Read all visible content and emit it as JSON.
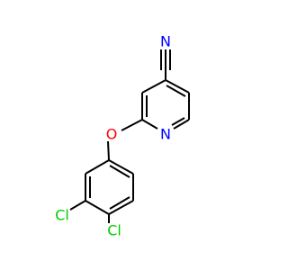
{
  "molecule": {
    "colors": {
      "bond": "#000000",
      "carbon_label": "#000000",
      "nitrogen": "#0000ff",
      "oxygen": "#ff0000",
      "chlorine": "#00cc00"
    },
    "atoms": {
      "nitrile_n": {
        "label": "N",
        "element": "N"
      },
      "pyridine_n": {
        "label": "N",
        "element": "N"
      },
      "ether_o": {
        "label": "O",
        "element": "O"
      },
      "cl_upper": {
        "label": "Cl",
        "element": "Cl"
      },
      "cl_lower": {
        "label": "Cl",
        "element": "Cl"
      }
    }
  }
}
